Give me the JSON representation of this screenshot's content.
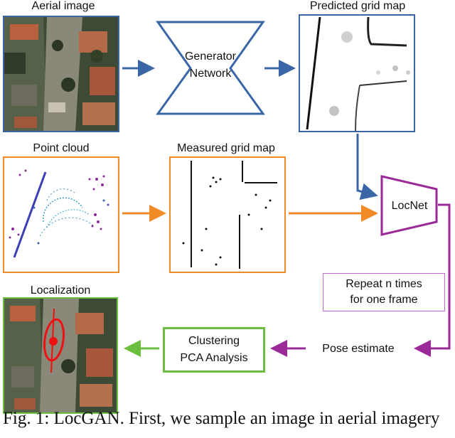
{
  "labels": {
    "aerial": "Aerial image",
    "predicted": "Predicted grid map",
    "pointcloud": "Point cloud",
    "measured": "Measured grid map",
    "localization": "Localization"
  },
  "nodes": {
    "generator_line1": "Generator",
    "generator_line2": "Network",
    "locnet": "LocNet",
    "repeat_line1": "Repeat n times",
    "repeat_line2": "for one frame",
    "pose": "Pose estimate",
    "clustering_line1": "Clustering",
    "clustering_line2": "PCA Analysis"
  },
  "caption": "Fig. 1: LocGAN. First, we sample an image in aerial imagery",
  "colors": {
    "blue": "#3a66a8",
    "orange": "#f08a24",
    "purple": "#9b2a98",
    "violet_border": "#cc66dd",
    "green": "#6cbf3e",
    "localization_marker": "#ee1111"
  }
}
